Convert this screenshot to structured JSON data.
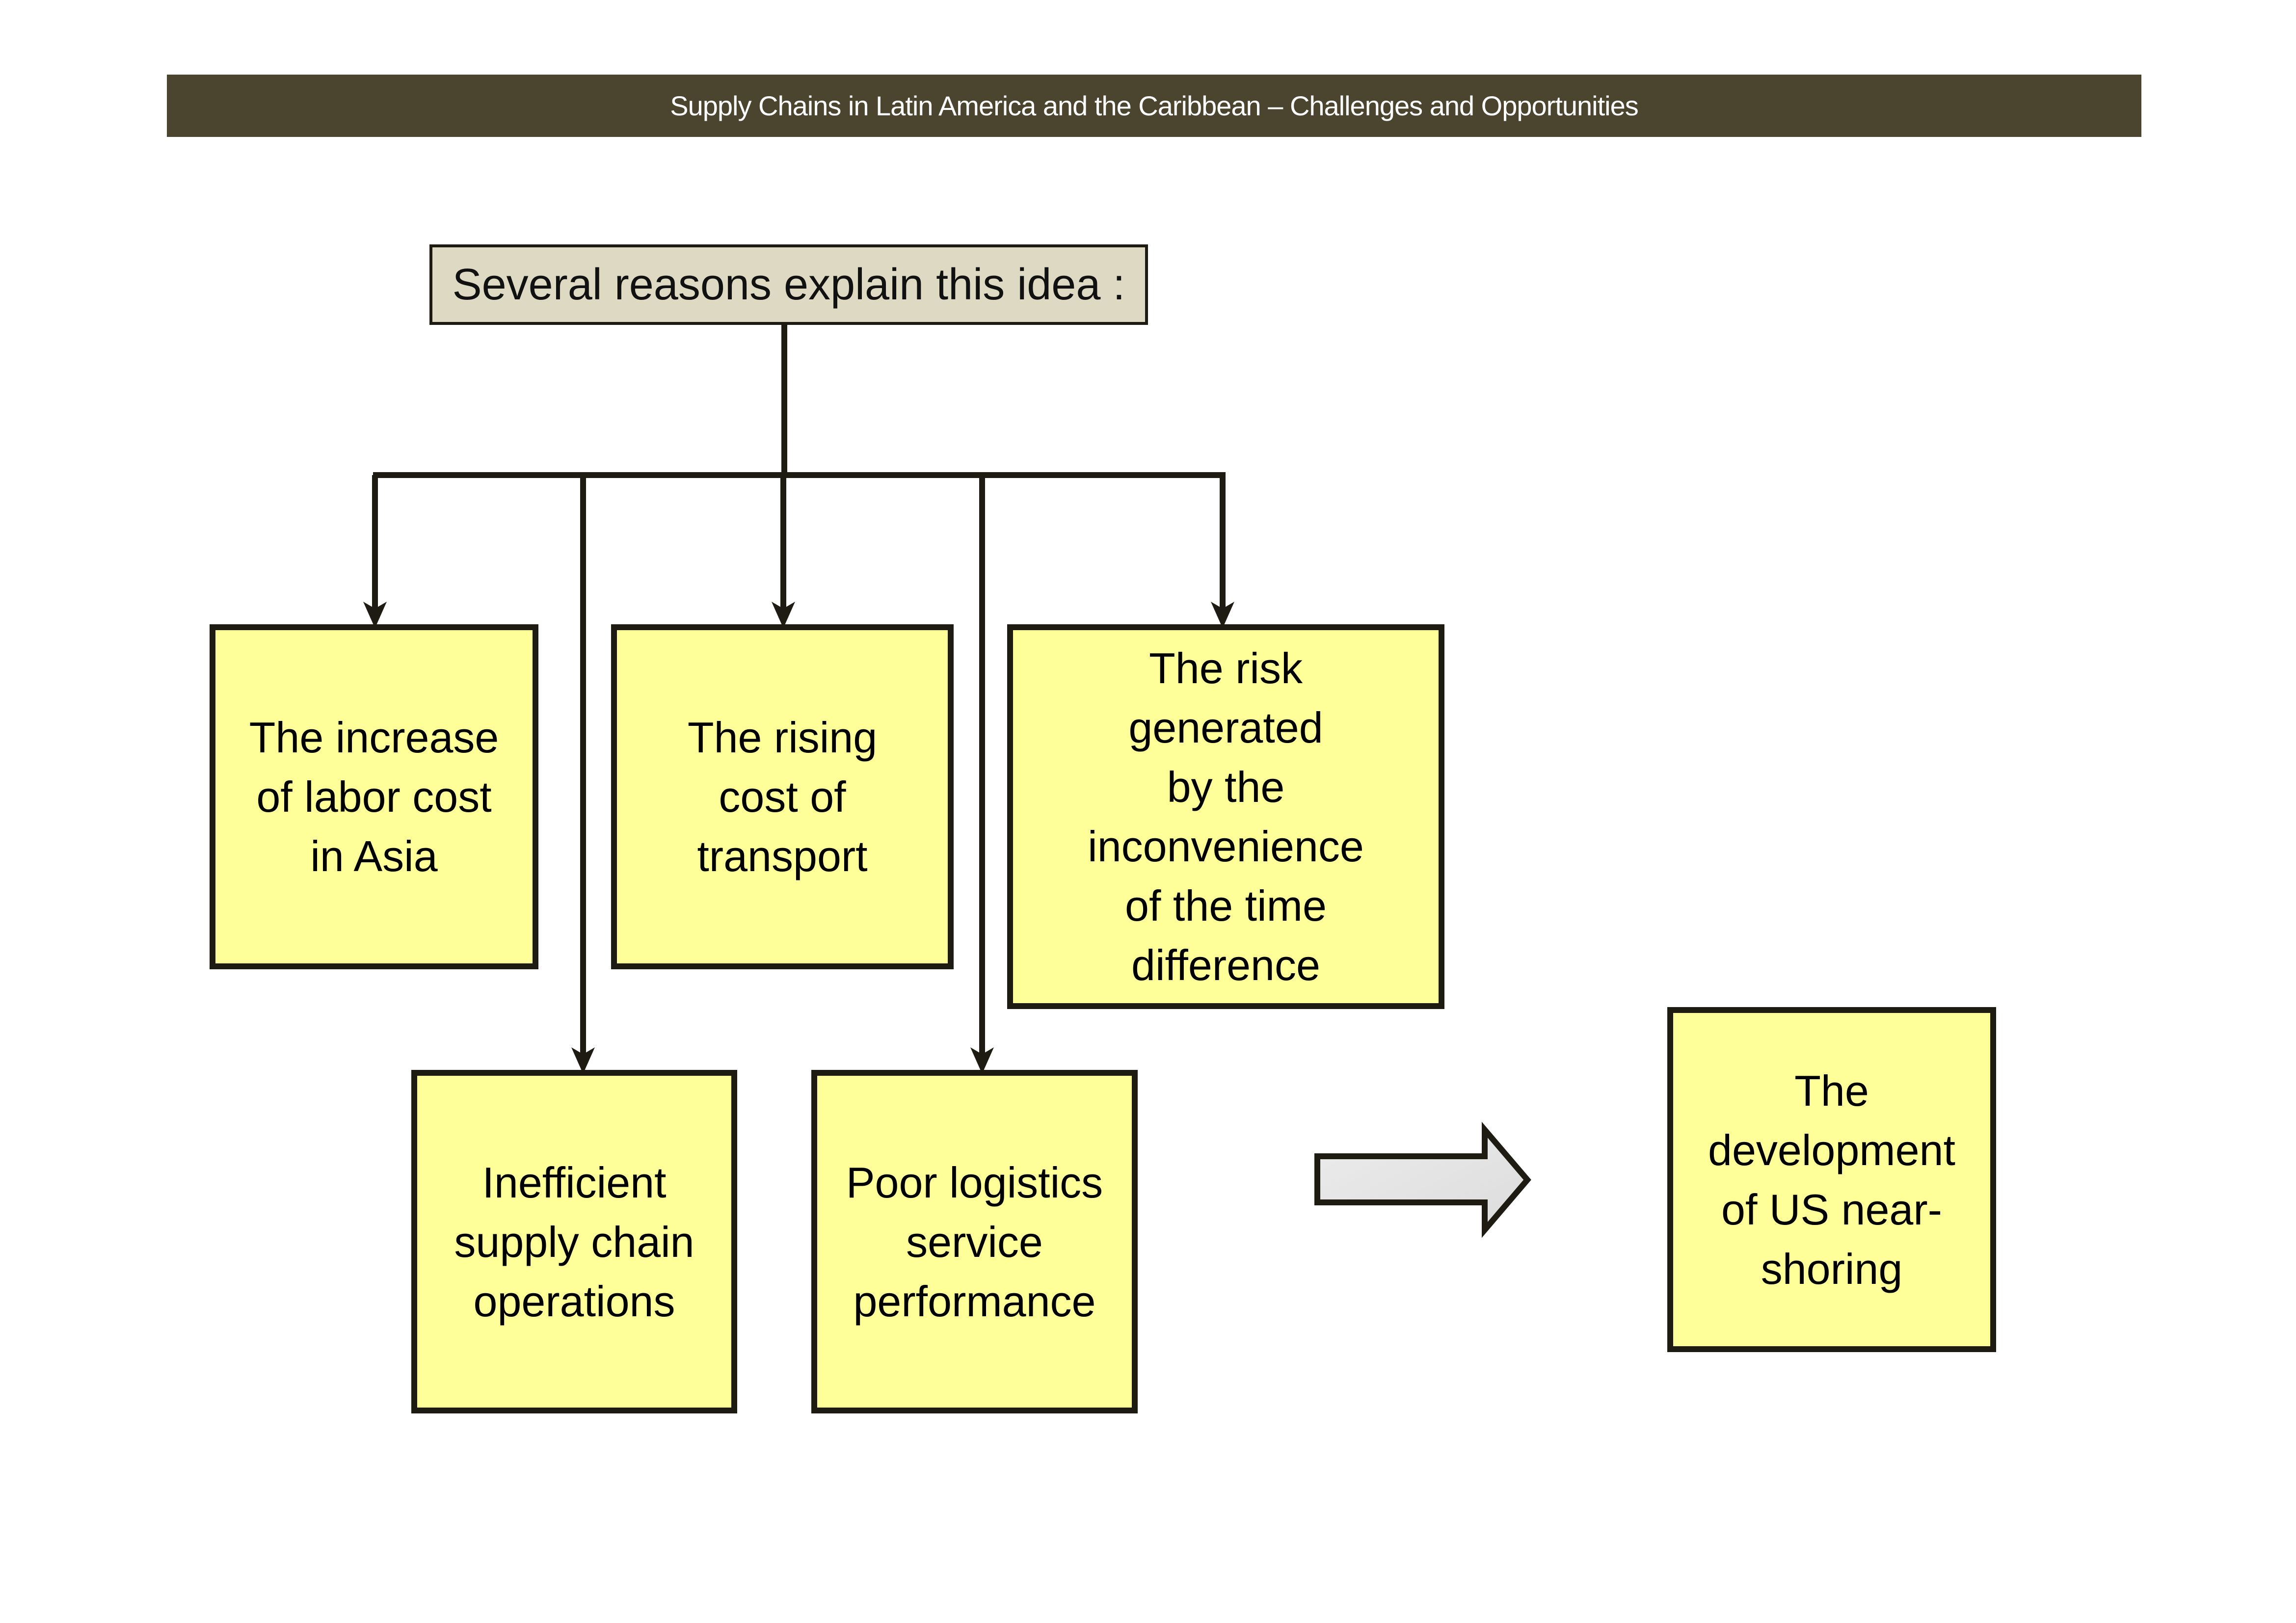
{
  "banner": {
    "title": "Supply Chains in Latin America and the Caribbean – Challenges  and Opportunities"
  },
  "diagram": {
    "root": "Several reasons explain this idea :",
    "reasons": [
      "The increase\nof labor cost\nin Asia",
      "The rising\ncost of\ntransport",
      "The risk\ngenerated\nby the\ninconvenience\nof the time\ndifference",
      "Inefficient\nsupply chain\noperations",
      "Poor logistics\nservice\nperformance"
    ],
    "result": "The\ndevelopment\nof US near-\nshoring",
    "colors": {
      "banner": "#4b4530",
      "root_fill": "#ddd9c3",
      "box_fill": "#ffff99",
      "stroke": "#1e1c12",
      "arrow_fill": "#e6e6e6"
    }
  }
}
